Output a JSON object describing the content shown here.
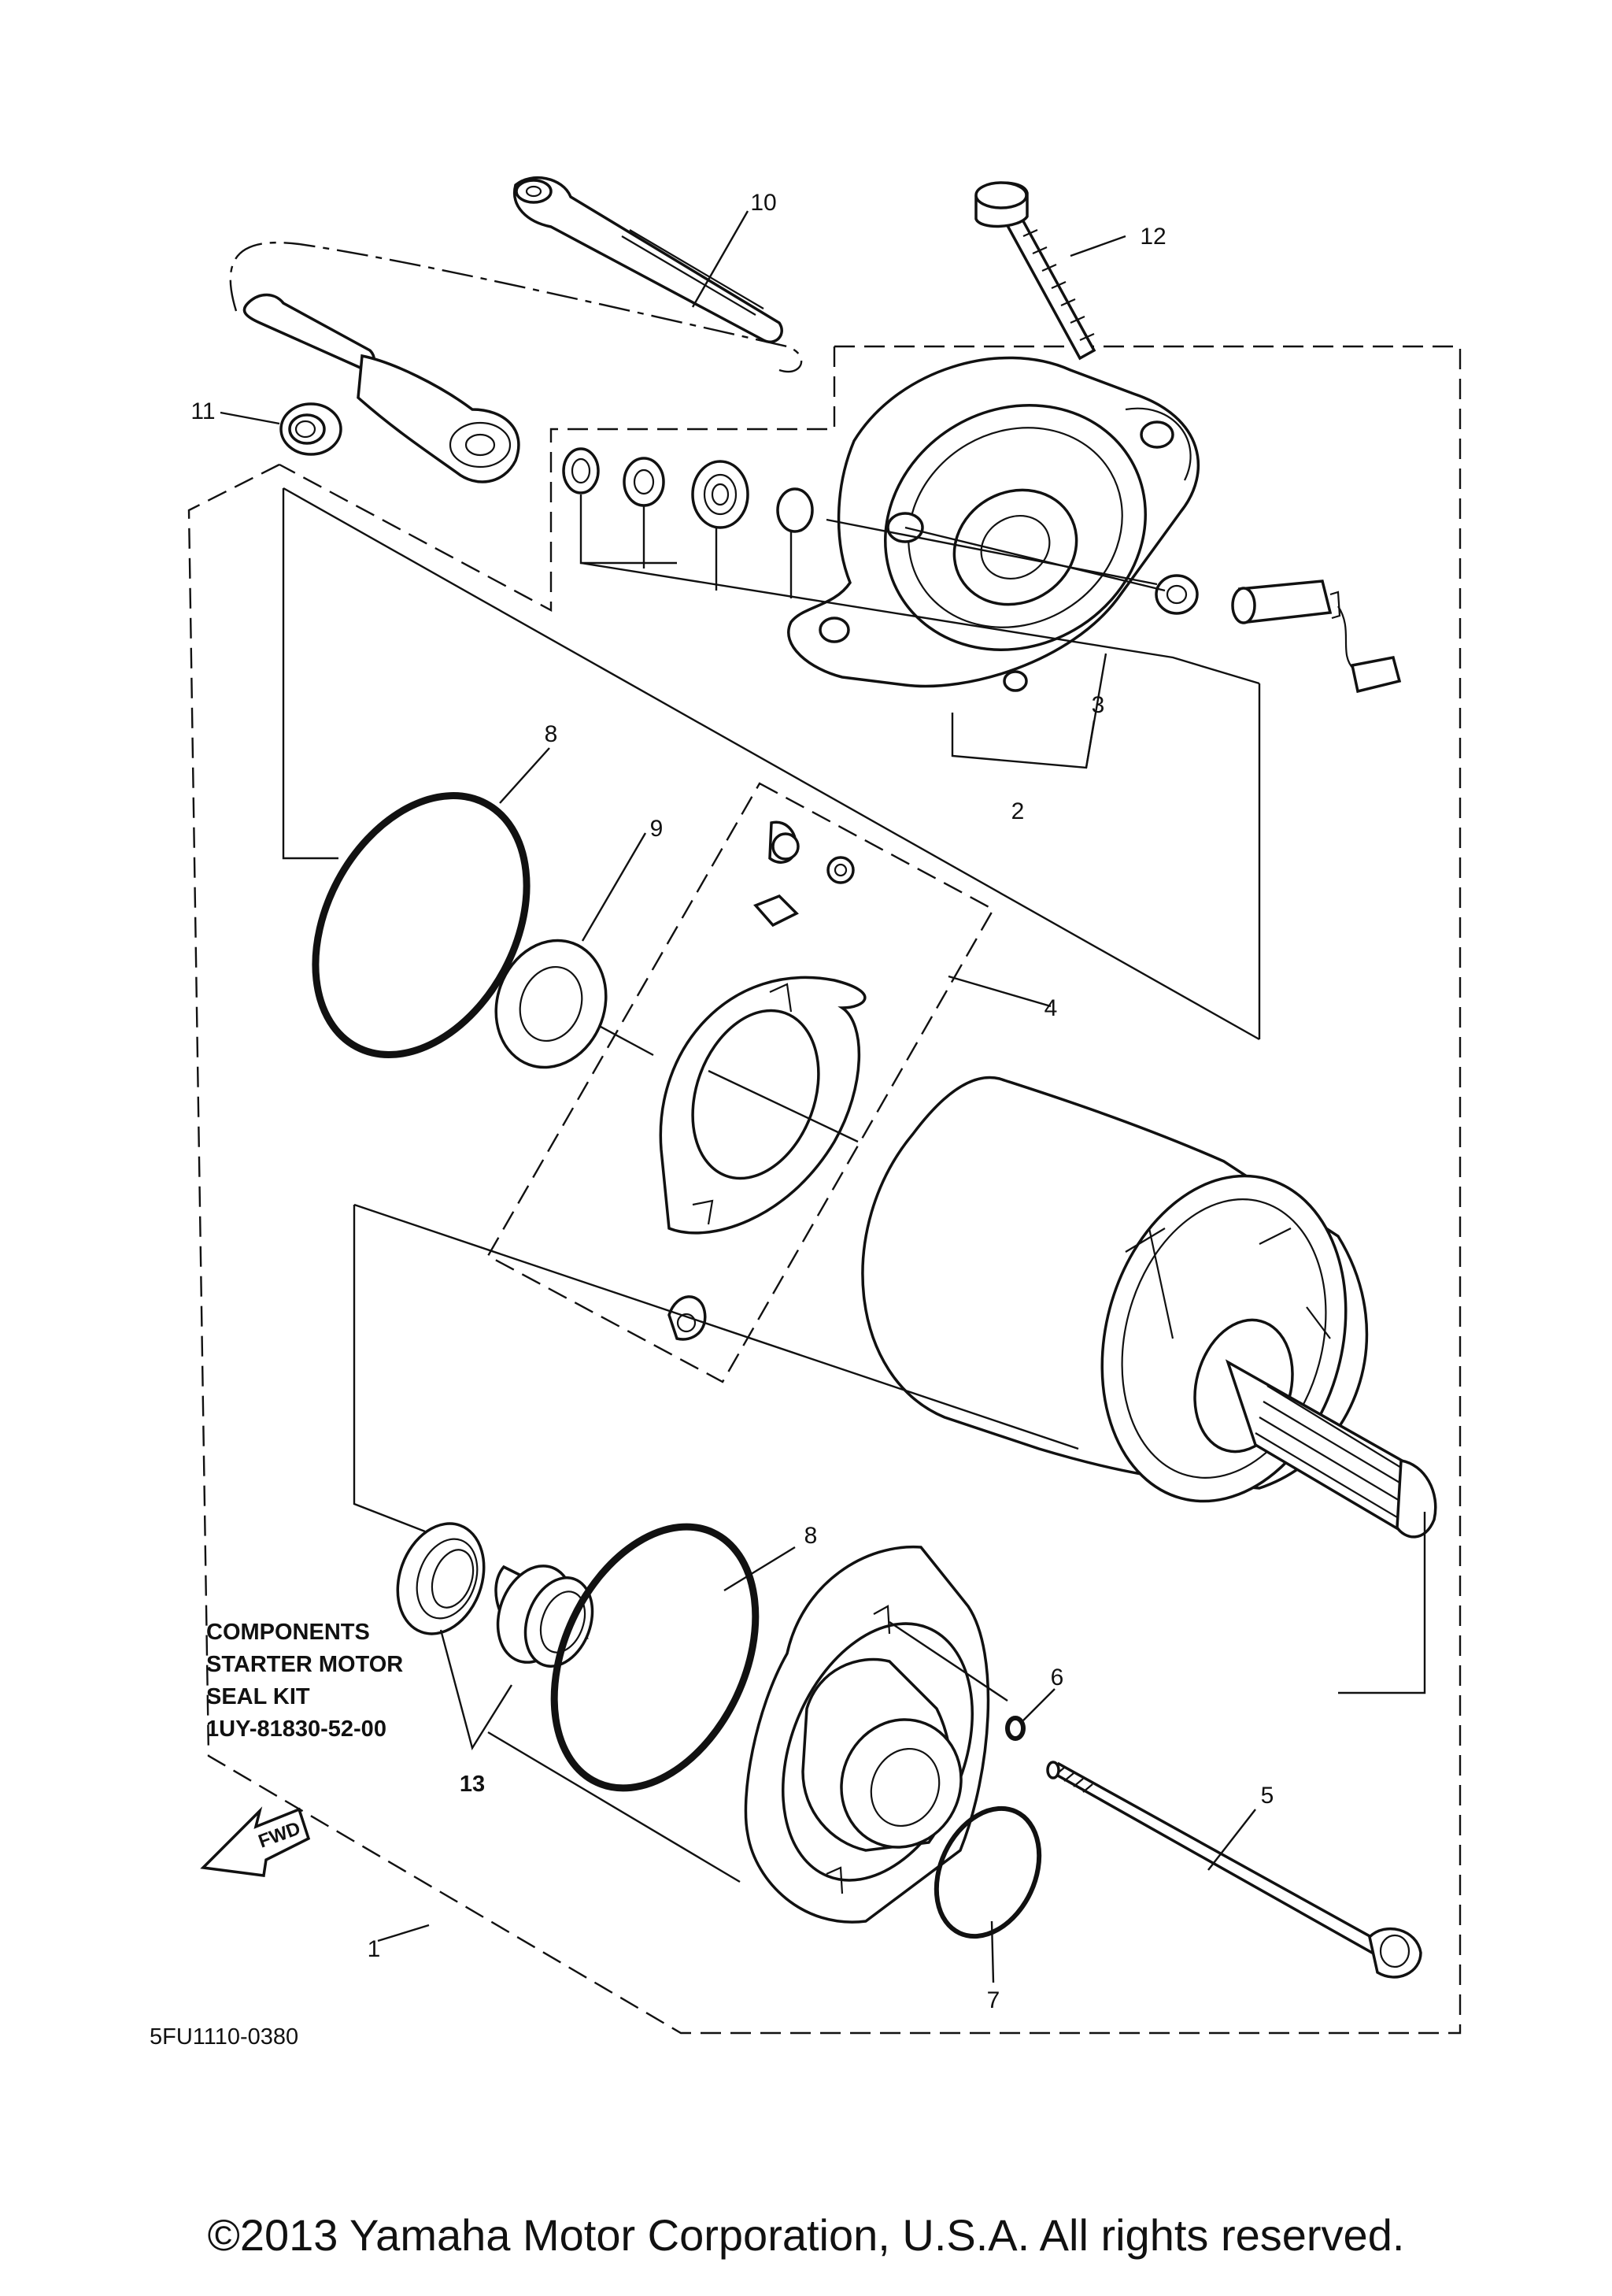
{
  "callouts": [
    {
      "id": "1",
      "text": "1"
    },
    {
      "id": "2",
      "text": "2"
    },
    {
      "id": "3",
      "text": "3"
    },
    {
      "id": "4",
      "text": "4"
    },
    {
      "id": "5",
      "text": "5"
    },
    {
      "id": "6",
      "text": "6"
    },
    {
      "id": "7",
      "text": "7"
    },
    {
      "id": "8a",
      "text": "8"
    },
    {
      "id": "8b",
      "text": "8"
    },
    {
      "id": "9",
      "text": "9"
    },
    {
      "id": "10",
      "text": "10"
    },
    {
      "id": "11",
      "text": "11"
    },
    {
      "id": "12",
      "text": "12"
    },
    {
      "id": "13",
      "text": "13"
    }
  ],
  "kit_label": {
    "line1": "COMPONENTS",
    "line2": "STARTER MOTOR",
    "line3": "SEAL KIT",
    "line4": "1UY-81830-52-00"
  },
  "fwd_arrow_text": "FWD",
  "diagram_code": "5FU1110-0380",
  "copyright": "©2013 Yamaha Motor Corporation, U.S.A. All rights reserved."
}
